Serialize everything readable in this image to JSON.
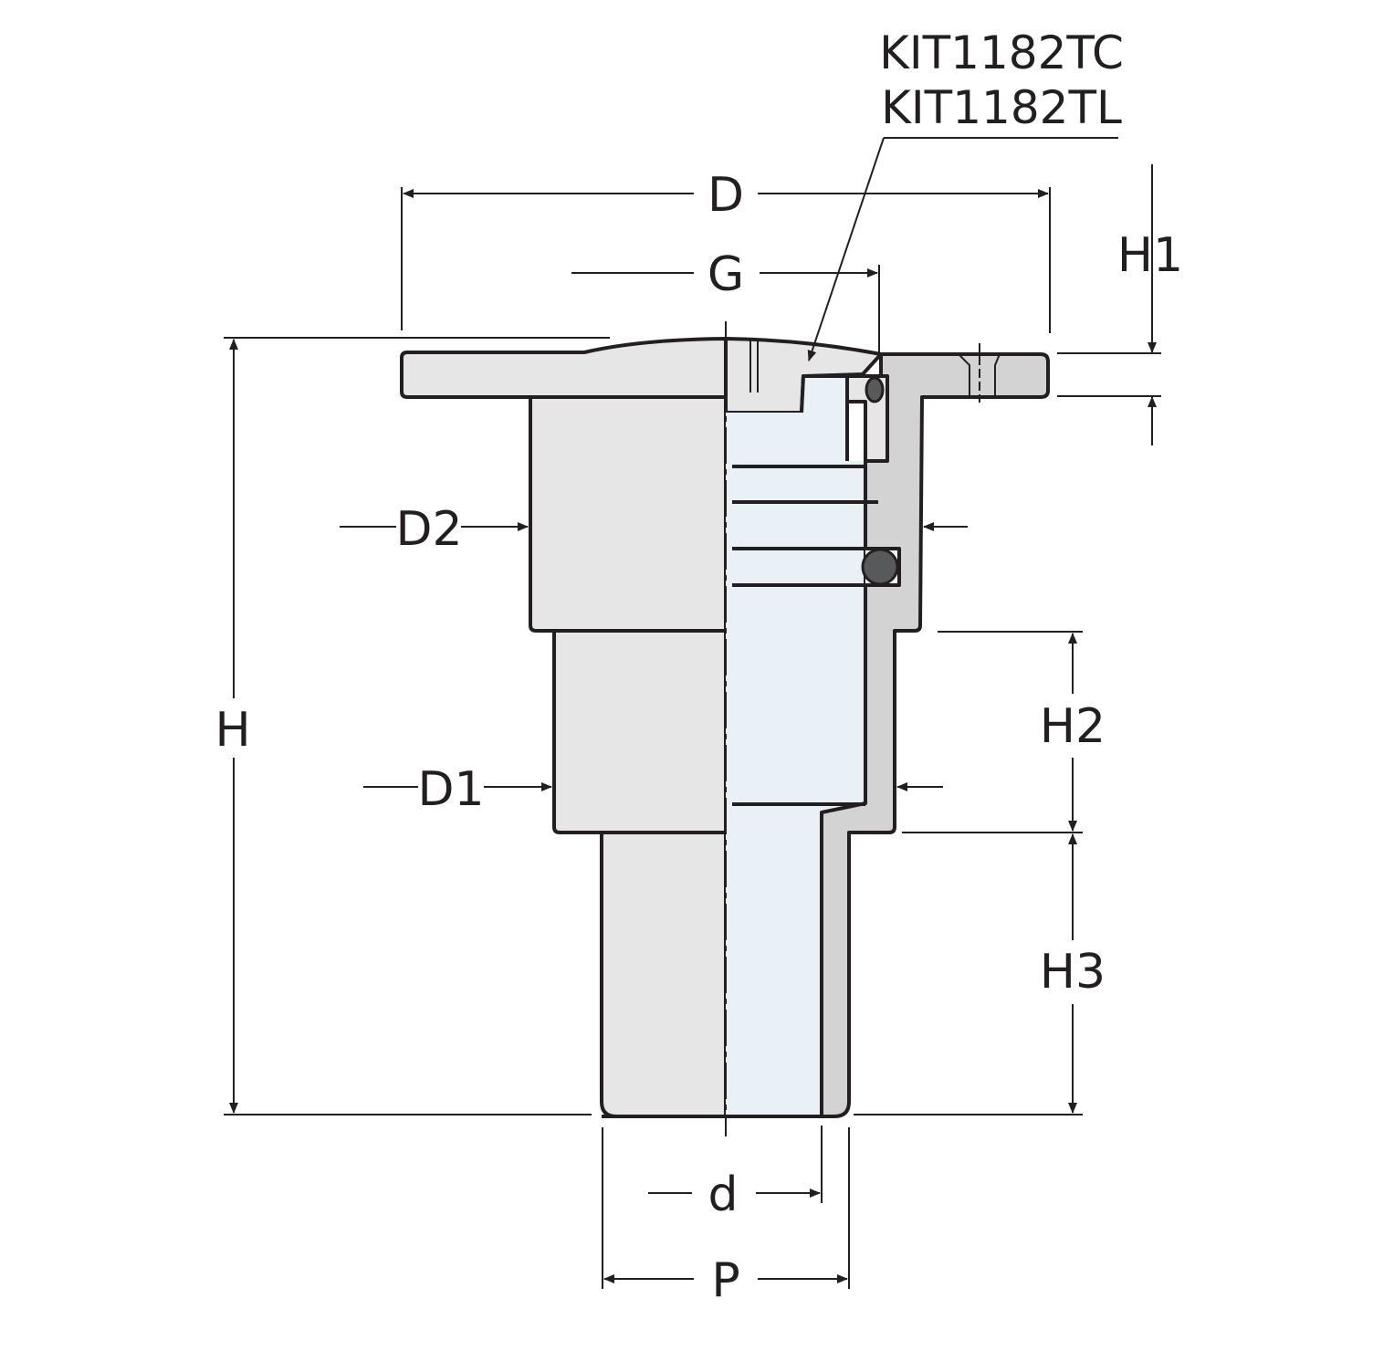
{
  "part_codes": [
    "KIT1182TC",
    "KIT1182TL"
  ],
  "dimensions": {
    "D": "D",
    "G": "G",
    "H": "H",
    "H1": "H1",
    "H2": "H2",
    "H3": "H3",
    "D1": "D1",
    "D2": "D2",
    "d": "d",
    "P": "P"
  },
  "colors": {
    "line": "#231f20",
    "body_fill": "#e6e6e6",
    "section_fill": "#d3d3d3",
    "bore_fill": "#e9f0f6",
    "seal_fill": "#58595b"
  }
}
